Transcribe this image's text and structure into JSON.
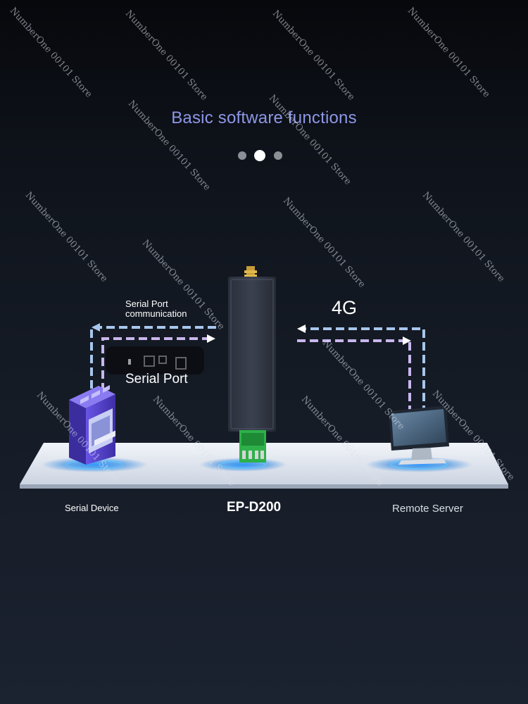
{
  "header": {
    "title": "Basic software functions"
  },
  "carousel": {
    "total": 3,
    "active_index": 1
  },
  "diagram": {
    "serial_comm_label_line1": "Serial Port",
    "serial_comm_label_line2": "communication",
    "link_4g_label": "4G",
    "serial_port_label": "Serial Port",
    "nodes": {
      "serial_device": "Serial Device",
      "gateway": "EP-D200",
      "remote_server": "Remote Server"
    }
  },
  "colors": {
    "title": "#8d97e6",
    "link_blue": "#a8c6ec",
    "link_purple": "#c9b7ee",
    "glow": "#3aa7ff",
    "device_purple": "#5e49d6",
    "platform": "#dfe6f1"
  },
  "watermark": {
    "text": "NumberOne 00101 Store"
  }
}
